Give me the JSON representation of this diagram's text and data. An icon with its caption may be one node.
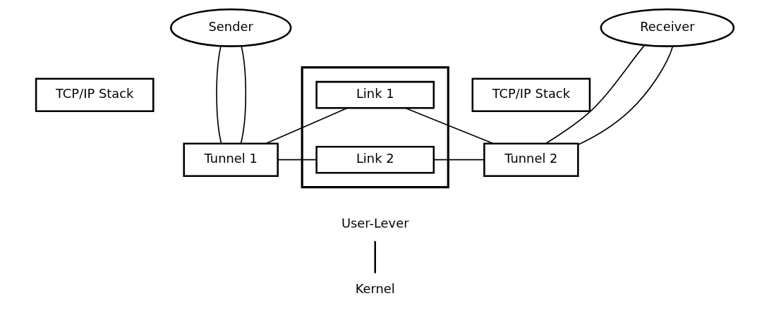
{
  "diagram": {
    "nodes": [
      {
        "text": [],
        "shape": "box"
      },
      {
        "text": [
          "Link 1"
        ],
        "in": 0
      },
      {
        "text": [
          "Link 2"
        ],
        "in": 0
      },
      {
        "text": [
          "Sender"
        ]
      },
      {
        "text": [
          "Receiver"
        ]
      },
      {
        "text": [
          "TCP/IP Stack"
        ]
      },
      {
        "text": [
          "Tunnel 1"
        ]
      },
      {
        "text": [
          "TCP/IP Stack"
        ]
      },
      {
        "text": [
          "Tunnel 2"
        ]
      }
    ],
    "edges": [
      {
        "from": 3,
        "to": 6,
        "arrow": "none"
      },
      {
        "from": 3,
        "to": 6,
        "arrow": "none"
      },
      {
        "from": 6,
        "to": 1,
        "arrow": "none"
      },
      {
        "from": 6,
        "to": 2,
        "arrow": "none"
      },
      {
        "from": 1,
        "to": 8,
        "arrow": "none"
      },
      {
        "from": 2,
        "to": 8,
        "arrow": "none"
      },
      {
        "from": 4,
        "to": 8,
        "arrow": "none"
      },
      {
        "from": 4,
        "to": 8,
        "arrow": "none"
      }
    ],
    "labels": [
      "User-Lever",
      "Kernel"
    ]
  }
}
